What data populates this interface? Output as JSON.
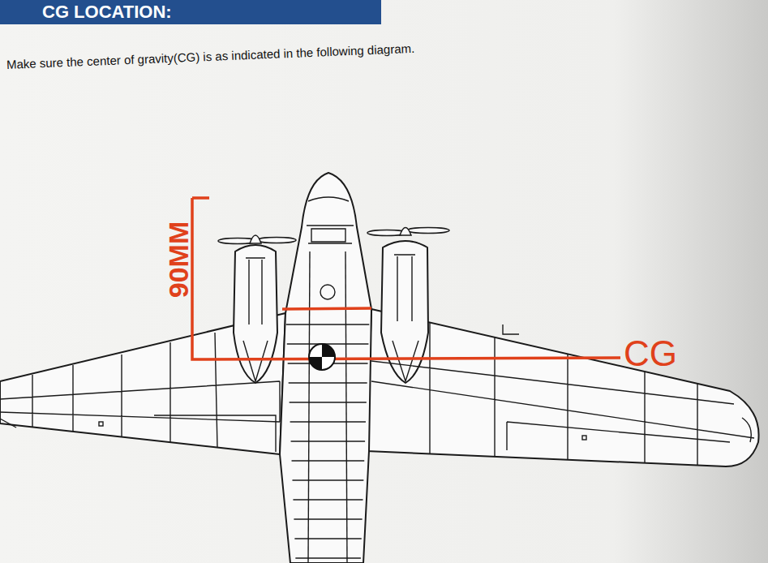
{
  "diagram": {
    "title": "CG LOCATION:",
    "labels": [
      "Make sure the center of gravity(CG) is as indicated in the following diagram.",
      "90MM",
      "CG"
    ]
  }
}
